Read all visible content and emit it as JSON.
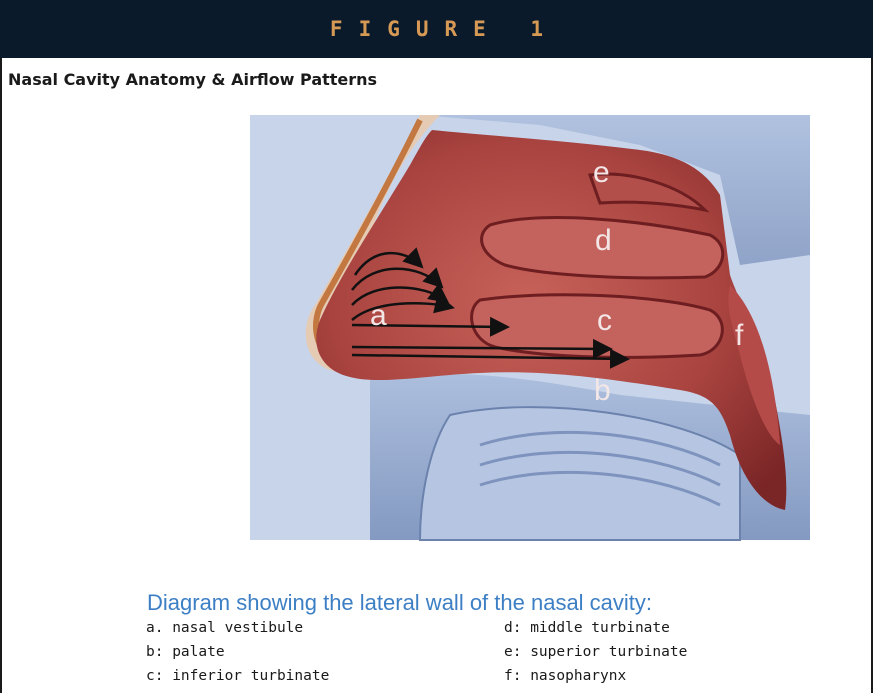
{
  "banner": {
    "text": "FIGURE 1"
  },
  "figure": {
    "subtitle": "Nasal Cavity Anatomy & Airflow Patterns",
    "labels": {
      "a": "a",
      "b": "b",
      "c": "c",
      "d": "d",
      "e": "e",
      "f": "f"
    },
    "caption_title": "Diagram showing the lateral wall of the nasal cavity:",
    "legend": [
      {
        "key": "a",
        "text": "a. nasal vestibule"
      },
      {
        "key": "b",
        "text": "b: palate"
      },
      {
        "key": "c",
        "text": "c: inferior turbinate"
      },
      {
        "key": "d",
        "text": "d: middle turbinate"
      },
      {
        "key": "e",
        "text": "e: superior turbinate"
      },
      {
        "key": "f",
        "text": "f: nasopharynx"
      }
    ]
  },
  "colors": {
    "banner_bg": "#0b1a2b",
    "banner_text": "#d79a55",
    "caption_title": "#3d7fc4",
    "tissue": "#a5403d",
    "bone": "#8fa5c9"
  }
}
